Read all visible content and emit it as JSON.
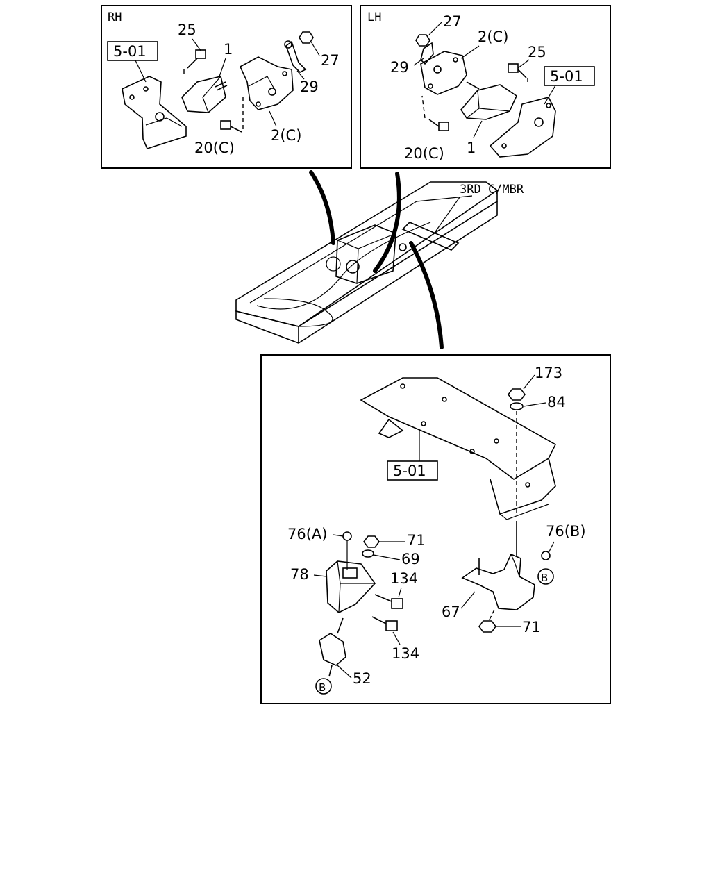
{
  "panels": {
    "rh": {
      "title": "RH",
      "labels": {
        "ref": "5-01",
        "bolt_top": "25",
        "mount": "1",
        "nut": "27",
        "bracket_clip": "29",
        "bracket": "2(C)",
        "bolt_bottom": "20(C)"
      }
    },
    "lh": {
      "title": "LH",
      "labels": {
        "nut": "27",
        "bracket": "2(C)",
        "bracket_clip": "29",
        "bolt_top": "25",
        "ref": "5-01",
        "bolt_bottom": "20(C)",
        "mount": "1"
      }
    },
    "frame": {
      "label": "3RD C/MBR"
    },
    "rear": {
      "labels": {
        "nut_top": "173",
        "washer_top": "84",
        "ref": "5-01",
        "bolt_76a": "76(A)",
        "nut_71_top": "71",
        "washer_69": "69",
        "bracket_78": "78",
        "bolt_134_top": "134",
        "bolt_134_bottom": "134",
        "insulator_52": "52",
        "marker_b_left": "B",
        "bolt_76b": "76(B)",
        "marker_b_right": "B",
        "bracket_67": "67",
        "nut_71_bottom": "71"
      }
    }
  }
}
